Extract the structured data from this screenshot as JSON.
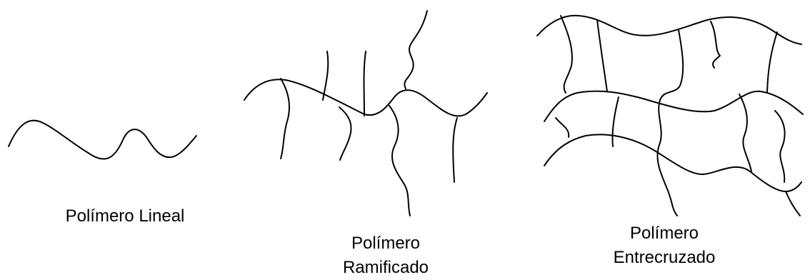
{
  "captions": {
    "linear": "Polímero Lineal",
    "branched_line1": "Polímero",
    "branched_line2": "Ramificado",
    "crosslinked_line1": "Polímero",
    "crosslinked_line2": "Entrecruzado"
  }
}
